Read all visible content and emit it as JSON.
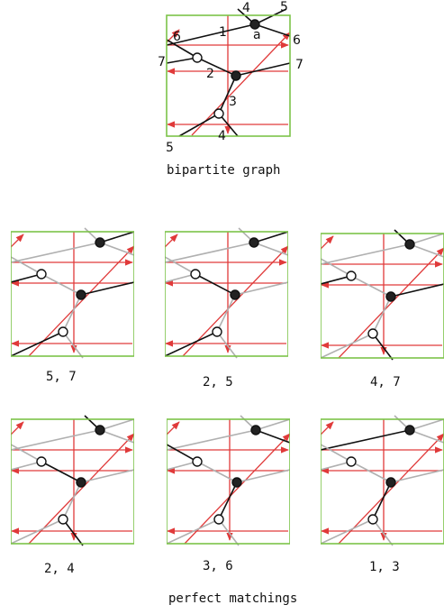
{
  "top": {
    "caption": "bipartite graph",
    "edge_labels": [
      "1",
      "2",
      "3",
      "4",
      "4",
      "5",
      "5",
      "6",
      "6",
      "7",
      "7"
    ],
    "vertex_label": "a"
  },
  "matchings": [
    {
      "label": "5, 7",
      "edges": [
        5,
        7
      ]
    },
    {
      "label": "2, 5",
      "edges": [
        2,
        5
      ]
    },
    {
      "label": "4, 7",
      "edges": [
        4,
        7
      ]
    },
    {
      "label": "2, 4",
      "edges": [
        2,
        4
      ]
    },
    {
      "label": "3, 6",
      "edges": [
        3,
        6
      ]
    },
    {
      "label": "1, 3",
      "edges": [
        1,
        3
      ]
    }
  ],
  "bottom_caption": "perfect matchings",
  "colors": {
    "frame": "#7cc349",
    "arrows": "#e03a3a",
    "matched": "#111111",
    "unmatched": "#b0b0b0"
  }
}
